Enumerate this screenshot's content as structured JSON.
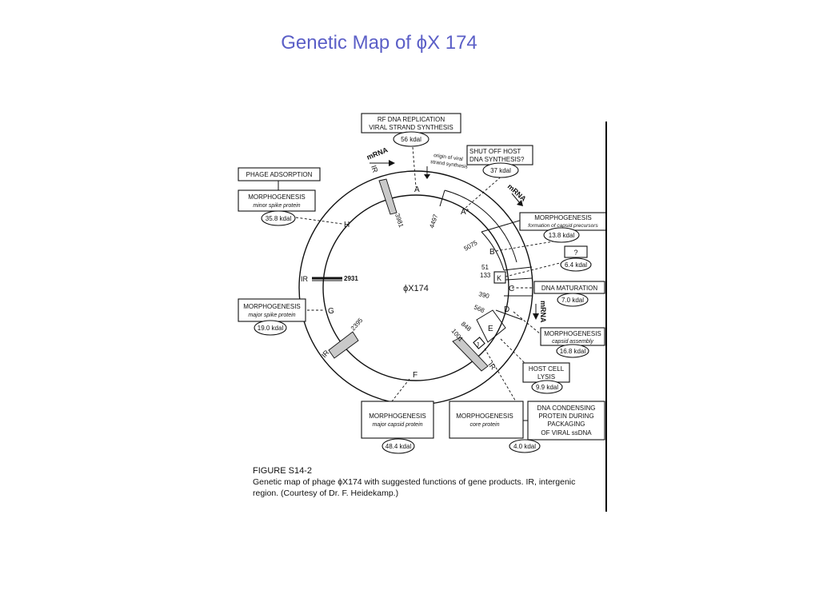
{
  "title": "Genetic Map of ϕX 174",
  "center_label": "ϕX174",
  "functions": {
    "rf_dna_line1": "RF DNA REPLICATION",
    "rf_dna_line2": "VIRAL STRAND SYNTHESIS",
    "a_kdal": "56 kdal",
    "shut_off_line1": "SHUT OFF HOST",
    "shut_off_line2": "DNA SYNTHESIS?",
    "astar_kdal": "37 kdal",
    "phage_adsorption": "PHAGE ADSORPTION",
    "morphogenesis": "MORPHOGENESIS",
    "minor_spike": "minor spike protein",
    "h_kdal": "35.8 kdal",
    "capsid_precursors": "formation of capsid precursors",
    "b_kdal": "13.8 kdal",
    "question": "?",
    "k_kdal": "6.4 kdal",
    "dna_maturation": "DNA MATURATION",
    "c_kdal": "7.0 kdal",
    "major_spike": "major spike protein",
    "g_kdal": "19.0 kdal",
    "capsid_assembly": "capsid assembly",
    "d_kdal": "16.8 kdal",
    "host_cell_line1": "HOST CELL",
    "host_cell_line2": "LYSIS",
    "e_kdal": "9.9 kdal",
    "major_capsid": "major capsid protein",
    "f_kdal": "48.4 kdal",
    "core_protein": "core protein",
    "j_kdal": "4.0 kdal",
    "condensing_line1": "DNA  CONDENSING",
    "condensing_line2": "PROTEIN DURING",
    "condensing_line3": "PACKAGING",
    "condensing_line4": "OF VIRAL  ssDNA"
  },
  "genes": {
    "A": "A",
    "Astar": "A*",
    "B": "B",
    "K": "K",
    "C": "C",
    "D": "D",
    "E": "E",
    "J": "J",
    "F": "F",
    "G": "G",
    "H": "H"
  },
  "positions": {
    "p3981": "3981",
    "p4497": "4497",
    "p5075": "5075",
    "p51": "51",
    "p133": "133",
    "p390": "390",
    "p568": "568",
    "p848": "848",
    "p1001": "1001",
    "p2395": "2395",
    "p2931": "2931"
  },
  "ir_label": "IR",
  "mrna_label": "mRNA",
  "origin_line1": "origin of viral",
  "origin_line2": "strand synthesis",
  "caption": {
    "figure": "FIGURE S14-2",
    "line1": "Genetic map of phage ϕX174 with suggested functions of gene products. IR, intergenic",
    "line2": "region. (Courtesy of Dr. F. Heidekamp.)"
  }
}
